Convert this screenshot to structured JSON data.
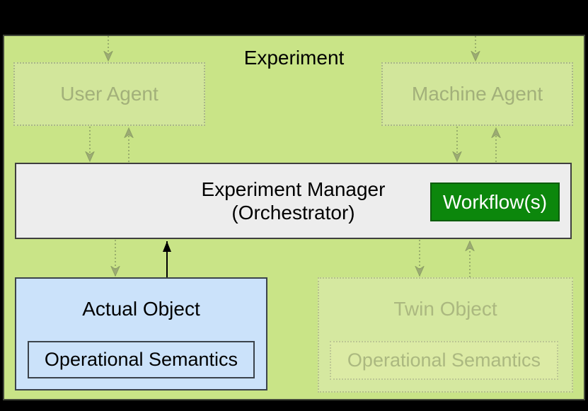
{
  "figure": {
    "title": "Experiment",
    "nodes": {
      "user_agent": "User Agent",
      "machine_agent": "Machine Agent",
      "manager_line1": "Experiment Manager",
      "manager_line2": "(Orchestrator)",
      "workflow": "Workflow(s)",
      "actual_object": "Actual Object",
      "actual_semantics": "Operational Semantics",
      "twin_object": "Twin Object",
      "twin_semantics": "Operational Semantics"
    },
    "colors": {
      "backdrop": "#000000",
      "board_fill": "#c9e487",
      "board_border": "#43483a",
      "faded_node_fill": "#d2e69b",
      "faded_node_border": "#a9b688",
      "faded_text": "#a2b07a",
      "manager_fill": "#ededed",
      "manager_border": "#3f3f3f",
      "workflow_fill": "#0c870c",
      "workflow_border": "#0c5c0c",
      "workflow_text": "#ffffff",
      "actual_object_fill": "#cbe2fa",
      "actual_object_border": "#3b434b",
      "twin_object_fill": "#d5e8a0",
      "solid_arrow": "#000000",
      "faded_arrow": "#8da065"
    }
  }
}
